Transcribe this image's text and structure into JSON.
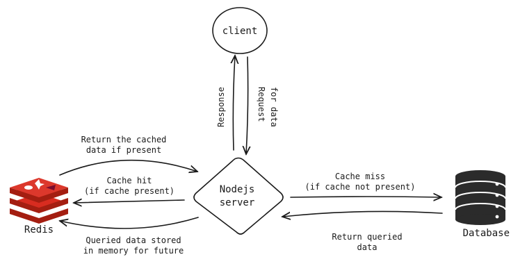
{
  "nodes": {
    "client": "client",
    "server_line1": "Nodejs",
    "server_line2": "server",
    "redis": "Redis",
    "database": "Database"
  },
  "edges": {
    "response": "Response",
    "request_line1": "Request",
    "request_line2": "for data",
    "return_cached_line1": "Return the cached",
    "return_cached_line2": "data if present",
    "cache_hit_line1": "Cache hit",
    "cache_hit_line2": "(if cache present)",
    "cache_miss_line1": "Cache miss",
    "cache_miss_line2": "(if cache not present)",
    "return_queried_line1": "Return queried",
    "return_queried_line2": "data",
    "queried_stored_line1": "Queried data stored",
    "queried_stored_line2": "in memory for future"
  },
  "colors": {
    "ink": "#1a1a1a",
    "redis_red": "#d82c20",
    "db_dark": "#2b2b2b"
  },
  "icons": {
    "redis": "redis-logo-icon",
    "database": "database-cylinder-icon"
  }
}
